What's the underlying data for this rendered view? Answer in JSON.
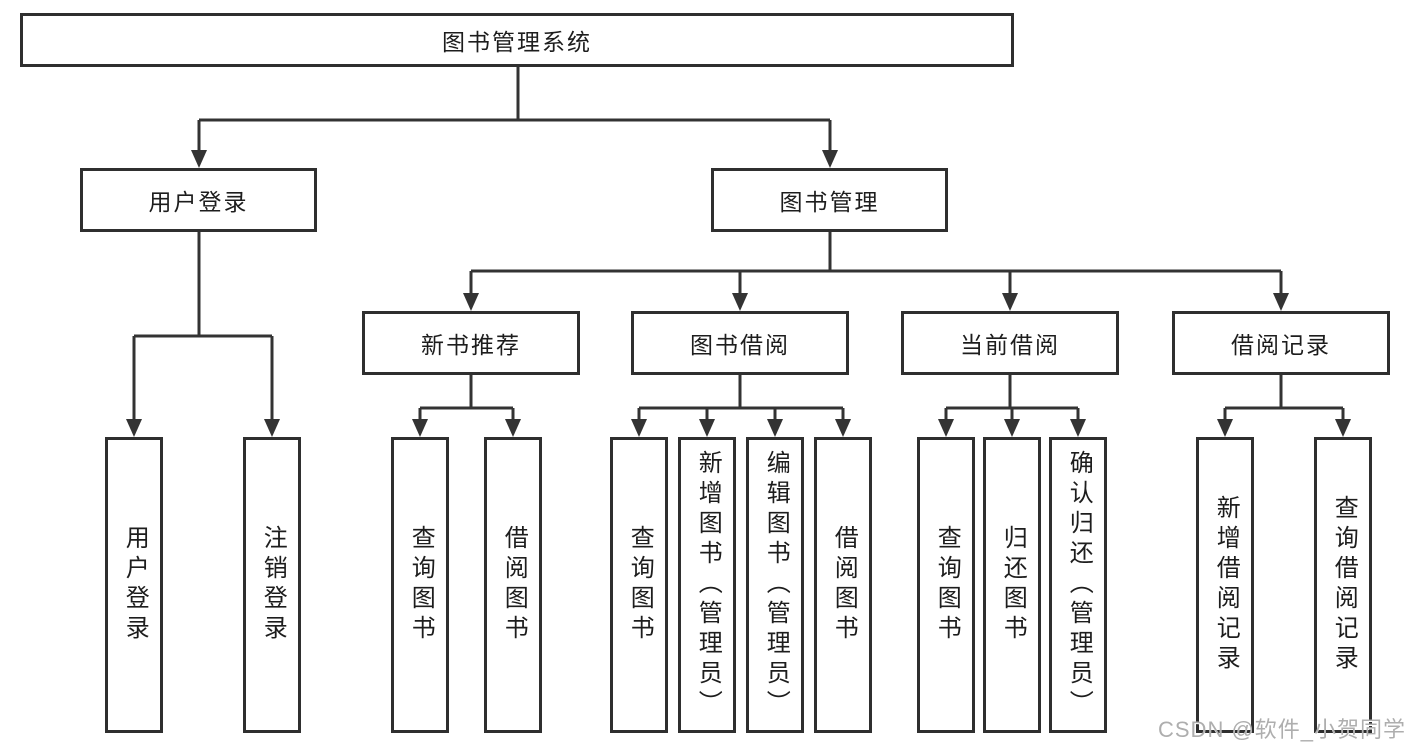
{
  "tree": {
    "root": "图书管理系统",
    "login": {
      "label": "用户登录",
      "leaves": [
        "用户登录",
        "注销登录"
      ]
    },
    "management": {
      "label": "图书管理",
      "groups": [
        {
          "label": "新书推荐",
          "leaves": [
            "查询图书",
            "借阅图书"
          ]
        },
        {
          "label": "图书借阅",
          "leaves": [
            "查询图书",
            "新增图书（管理员）",
            "编辑图书（管理员）",
            "借阅图书"
          ]
        },
        {
          "label": "当前借阅",
          "leaves": [
            "查询图书",
            "归还图书",
            "确认归还（管理员）"
          ]
        },
        {
          "label": "借阅记录",
          "leaves": [
            "新增借阅记录",
            "查询借阅记录"
          ]
        }
      ]
    }
  },
  "watermark": "CSDN @软件_小贺同学",
  "colors": {
    "line": "#333333",
    "border": "#2F2F2F",
    "text": "#1D1D1D",
    "watermark": "#AEAEAE"
  }
}
